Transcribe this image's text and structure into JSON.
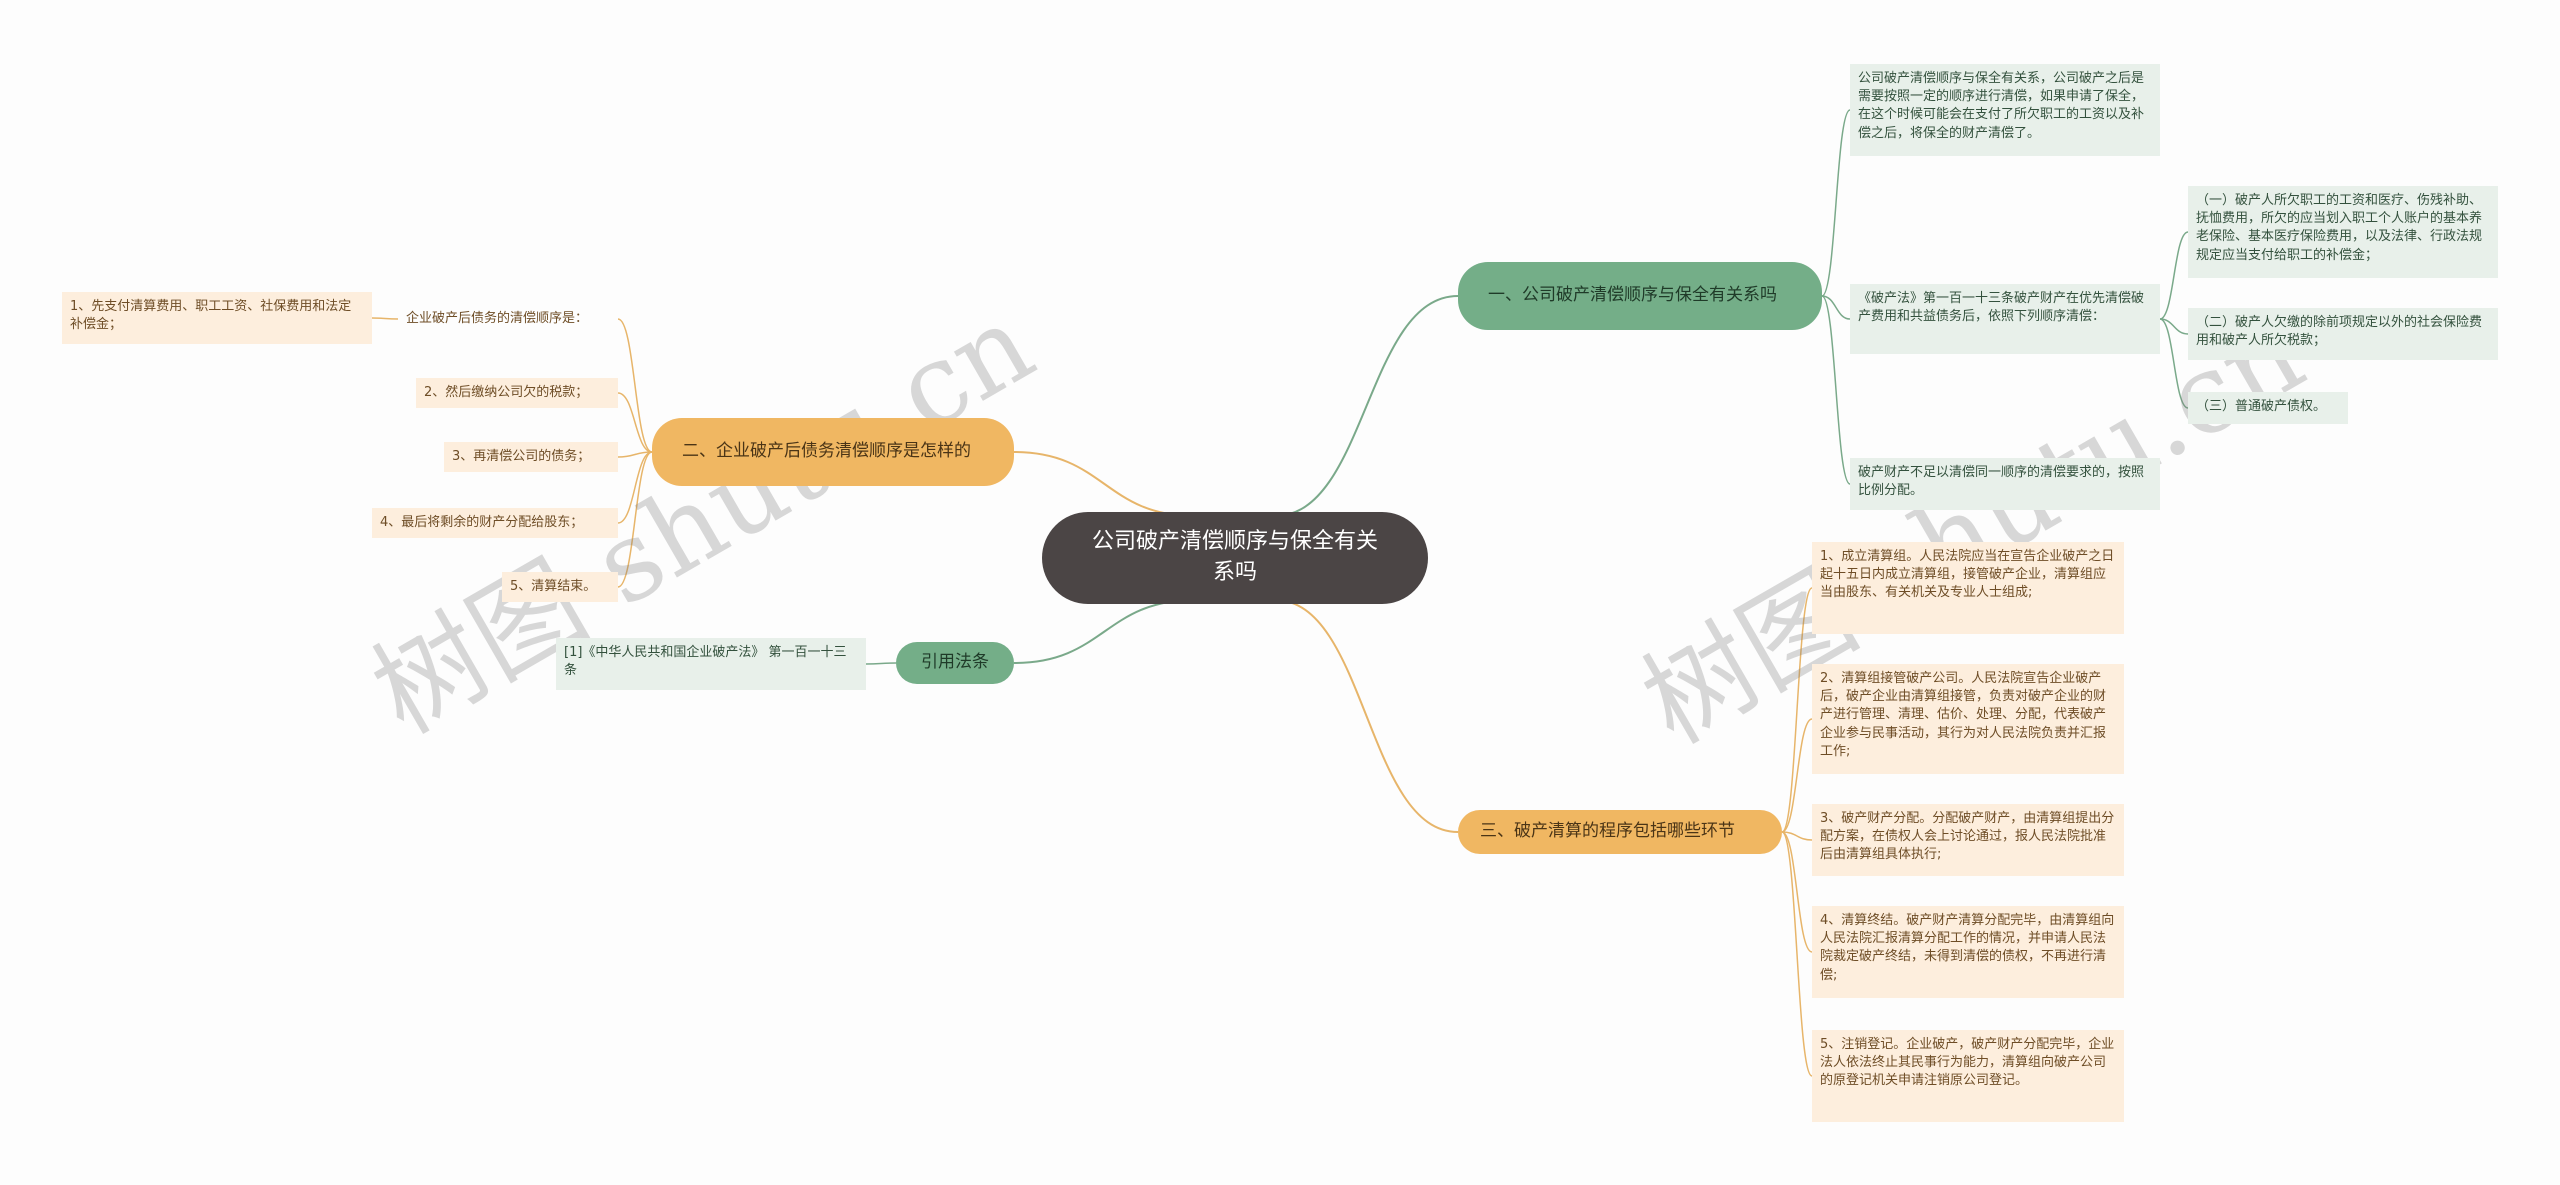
{
  "root": {
    "title": "公司破产清偿顺序与保全有关系吗"
  },
  "branch1": {
    "label": "一、公司破产清偿顺序与保全有关系吗",
    "leaf_intro": "公司破产清偿顺序与保全有关系，公司破产之后是需要按照一定的顺序进行清偿，如果申请了保全，在这个时候可能会在支付了所欠职工的工资以及补偿之后，将保全的财产清偿了。",
    "leaf_law": "《破产法》第一百一十三条破产财产在优先清偿破产费用和共益债务后，依照下列顺序清偿：",
    "sub_items": [
      "（一）破产人所欠职工的工资和医疗、伤残补助、抚恤费用，所欠的应当划入职工个人账户的基本养老保险、基本医疗保险费用，以及法律、行政法规规定应当支付给职工的补偿金；",
      "（二）破产人欠缴的除前项规定以外的社会保险费用和破产人所欠税款；",
      "（三）普通破产债权。"
    ],
    "leaf_insufficient": "破产财产不足以清偿同一顺序的清偿要求的，按照比例分配。"
  },
  "branch2": {
    "label": "二、企业破产后债务清偿顺序是怎样的",
    "sub_label": "企业破产后债务的清偿顺序是：",
    "items": [
      "1、先支付清算费用、职工工资、社保费用和法定补偿金；",
      "2、然后缴纳公司欠的税款；",
      "3、再清偿公司的债务；",
      "4、最后将剩余的财产分配给股东；",
      "5、清算结束。"
    ]
  },
  "branch3": {
    "label": "三、破产清算的程序包括哪些环节",
    "items": [
      "1、成立清算组。人民法院应当在宣告企业破产之日起十五日内成立清算组，接管破产企业，清算组应当由股东、有关机关及专业人士组成;",
      "2、清算组接管破产公司。人民法院宣告企业破产后，破产企业由清算组接管，负责对破产企业的财产进行管理、清理、估价、处理、分配，代表破产企业参与民事活动，其行为对人民法院负责并汇报工作;",
      "3、破产财产分配。分配破产财产，由清算组提出分配方案，在债权人会上讨论通过，报人民法院批准后由清算组具体执行;",
      "4、清算终结。破产财产清算分配完毕，由清算组向人民法院汇报清算分配工作的情况，并申请人民法院裁定破产终结，未得到清偿的债权，不再进行清偿;",
      "5、注销登记。企业破产，破产财产分配完毕，企业法人依法终止其民事行为能力，清算组向破产公司的原登记机关申请注销原公司登记。"
    ]
  },
  "branch4": {
    "label": "引用法条",
    "item": "[1]《中华人民共和国企业破产法》 第一百一十三条"
  },
  "watermark": {
    "text": "树图 shutu.cn"
  },
  "colors": {
    "green": "#74ae88",
    "orange": "#f0b762",
    "root": "#4b4545",
    "line_green": "#7aa98a",
    "line_orange": "#e7b56a"
  }
}
